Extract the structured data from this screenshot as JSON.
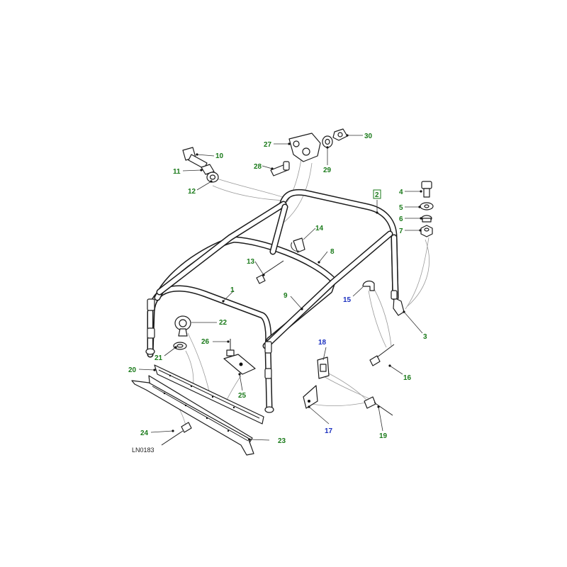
{
  "diagram": {
    "reference_code": "LN0183",
    "callouts": [
      {
        "id": "1",
        "label": "1",
        "color": "#1a7a1a",
        "boxed": false
      },
      {
        "id": "2",
        "label": "2",
        "color": "#1a7a1a",
        "boxed": true
      },
      {
        "id": "3",
        "label": "3",
        "color": "#1a7a1a",
        "boxed": false
      },
      {
        "id": "4",
        "label": "4",
        "color": "#1a7a1a",
        "boxed": false
      },
      {
        "id": "5",
        "label": "5",
        "color": "#1a7a1a",
        "boxed": false
      },
      {
        "id": "6",
        "label": "6",
        "color": "#1a7a1a",
        "boxed": false
      },
      {
        "id": "7",
        "label": "7",
        "color": "#1a7a1a",
        "boxed": false
      },
      {
        "id": "8",
        "label": "8",
        "color": "#1a7a1a",
        "boxed": false
      },
      {
        "id": "9",
        "label": "9",
        "color": "#1a7a1a",
        "boxed": false
      },
      {
        "id": "10",
        "label": "10",
        "color": "#1a7a1a",
        "boxed": false
      },
      {
        "id": "11",
        "label": "11",
        "color": "#1a7a1a",
        "boxed": false
      },
      {
        "id": "12",
        "label": "12",
        "color": "#1a7a1a",
        "boxed": false
      },
      {
        "id": "13",
        "label": "13",
        "color": "#1a7a1a",
        "boxed": false
      },
      {
        "id": "14",
        "label": "14",
        "color": "#1a7a1a",
        "boxed": false
      },
      {
        "id": "15",
        "label": "15",
        "color": "#1a2fbf",
        "boxed": false
      },
      {
        "id": "16",
        "label": "16",
        "color": "#1a7a1a",
        "boxed": false
      },
      {
        "id": "17",
        "label": "17",
        "color": "#1a2fbf",
        "boxed": false
      },
      {
        "id": "18",
        "label": "18",
        "color": "#1a2fbf",
        "boxed": false
      },
      {
        "id": "19",
        "label": "19",
        "color": "#1a7a1a",
        "boxed": false
      },
      {
        "id": "20",
        "label": "20",
        "color": "#1a7a1a",
        "boxed": false
      },
      {
        "id": "21",
        "label": "21",
        "color": "#1a7a1a",
        "boxed": false
      },
      {
        "id": "22",
        "label": "22",
        "color": "#1a7a1a",
        "boxed": false
      },
      {
        "id": "23",
        "label": "23",
        "color": "#1a7a1a",
        "boxed": false
      },
      {
        "id": "24",
        "label": "24",
        "color": "#1a7a1a",
        "boxed": false
      },
      {
        "id": "25",
        "label": "25",
        "color": "#1a7a1a",
        "boxed": false
      },
      {
        "id": "26",
        "label": "26",
        "color": "#1a7a1a",
        "boxed": false
      },
      {
        "id": "27",
        "label": "27",
        "color": "#1a7a1a",
        "boxed": false
      },
      {
        "id": "28",
        "label": "28",
        "color": "#1a7a1a",
        "boxed": false
      },
      {
        "id": "29",
        "label": "29",
        "color": "#1a7a1a",
        "boxed": false
      },
      {
        "id": "30",
        "label": "30",
        "color": "#1a7a1a",
        "boxed": false
      }
    ]
  }
}
